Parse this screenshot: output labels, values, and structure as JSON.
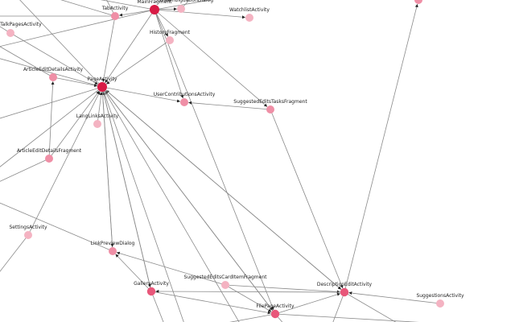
{
  "graph": {
    "nodes": [
      {
        "id": "main",
        "label": "MainFragment",
        "tier": "hub"
      },
      {
        "id": "dialog_top",
        "label": "...DisambiguationDialog",
        "tier": "minor"
      },
      {
        "id": "tab",
        "label": "TabActivity",
        "tier": "mid"
      },
      {
        "id": "watchlist",
        "label": "WatchlistActivity",
        "tier": "minor"
      },
      {
        "id": "talk",
        "label": "...TalkPagesActivity",
        "tier": "minor"
      },
      {
        "id": "history",
        "label": "HistoryFragment",
        "tier": "minor"
      },
      {
        "id": "articleEditDetails",
        "label": "ArticleEditDetailsActivity",
        "tier": "mid"
      },
      {
        "id": "page",
        "label": "PageActivity",
        "tier": "hub"
      },
      {
        "id": "userContrib",
        "label": "UserContributionsActivity",
        "tier": "mid"
      },
      {
        "id": "suggestedTasks",
        "label": "SuggestedEditsTasksFragment",
        "tier": "mid"
      },
      {
        "id": "langLinks",
        "label": "LangLinksActivity",
        "tier": "minor"
      },
      {
        "id": "articleEditFrag",
        "label": "ArticleEditDetailsFragment",
        "tier": "mid"
      },
      {
        "id": "settings",
        "label": "SettingsActivity",
        "tier": "minor"
      },
      {
        "id": "linkPreview",
        "label": "LinkPreviewDialog",
        "tier": "mid"
      },
      {
        "id": "cardItem",
        "label": "SuggestedEditsCardItemFragment",
        "tier": "minor"
      },
      {
        "id": "gallery",
        "label": "GalleryActivity",
        "tier": "strong"
      },
      {
        "id": "descEdit",
        "label": "DescriptionEditActivity",
        "tier": "strong"
      },
      {
        "id": "filePage",
        "label": "FilePageActivity",
        "tier": "strong"
      },
      {
        "id": "suggestions",
        "label": "SuggestionsActivity",
        "tier": "minor"
      },
      {
        "id": "topright",
        "label": "",
        "tier": "mid"
      }
    ],
    "edges": [
      [
        "main",
        "tab"
      ],
      [
        "main",
        "dialog_top"
      ],
      [
        "main",
        "watchlist"
      ],
      [
        "main",
        "history"
      ],
      [
        "main",
        "page"
      ],
      [
        "main",
        "userContrib"
      ],
      [
        "main",
        "filePage"
      ],
      [
        "main",
        "suggestedTasks"
      ],
      [
        "tab",
        "page"
      ],
      [
        "history",
        "page"
      ],
      [
        "articleEditDetails",
        "page"
      ],
      [
        "langLinks",
        "page"
      ],
      [
        "articleEditFrag",
        "page"
      ],
      [
        "articleEditFrag",
        "articleEditDetails"
      ],
      [
        "linkPreview",
        "page"
      ],
      [
        "gallery",
        "page"
      ],
      [
        "descEdit",
        "page"
      ],
      [
        "filePage",
        "page"
      ],
      [
        "page",
        "userContrib"
      ],
      [
        "suggestedTasks",
        "userContrib"
      ],
      [
        "page",
        "linkPreview"
      ],
      [
        "page",
        "gallery"
      ],
      [
        "page",
        "filePage"
      ],
      [
        "page",
        "descEdit"
      ],
      [
        "cardItem",
        "linkPreview"
      ],
      [
        "cardItem",
        "descEdit"
      ],
      [
        "cardItem",
        "filePage"
      ],
      [
        "descEdit",
        "gallery"
      ],
      [
        "gallery",
        "filePage"
      ],
      [
        "filePage",
        "descEdit"
      ],
      [
        "gallery",
        "linkPreview"
      ],
      [
        "suggestions",
        "descEdit"
      ],
      [
        "suggestedTasks",
        "descEdit"
      ],
      [
        "descEdit",
        "topright"
      ],
      [
        "talk",
        "page"
      ],
      [
        "settings",
        "page"
      ]
    ],
    "colors": {
      "hub": "#d81b45",
      "strong": "#e8577a",
      "mid": "#ef8fa6",
      "minor": "#f4b3c2",
      "edge": "#8a8a8a"
    }
  }
}
